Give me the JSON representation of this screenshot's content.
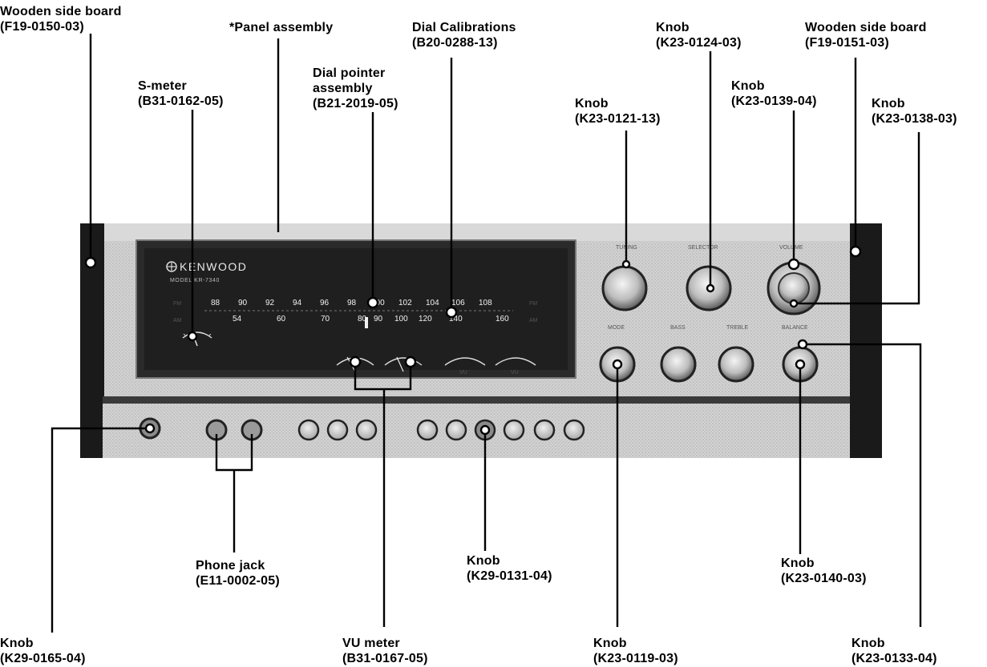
{
  "callouts": {
    "side_left": {
      "name": "Wooden side board",
      "part": "(F19-0150-03)"
    },
    "panel": {
      "name": "*Panel assembly"
    },
    "smeter": {
      "name": "S-meter",
      "part": "(B31-0162-05)"
    },
    "pointer": {
      "name": "Dial pointer",
      "name2": "assembly",
      "part": "(B21-2019-05)"
    },
    "dialcal": {
      "name": "Dial Calibrations",
      "part": "(B20-0288-13)"
    },
    "knob_0121": {
      "name": "Knob",
      "part": "(K23-0121-13)"
    },
    "knob_0124": {
      "name": "Knob",
      "part": "(K23-0124-03)"
    },
    "knob_0139": {
      "name": "Knob",
      "part": "(K23-0139-04)"
    },
    "side_right": {
      "name": "Wooden side board",
      "part": "(F19-0151-03)"
    },
    "knob_0138": {
      "name": "Knob",
      "part": "(K23-0138-03)"
    },
    "phone": {
      "name": "Phone jack",
      "part": "(E11-0002-05)"
    },
    "knob_0131": {
      "name": "Knob",
      "part": "(K29-0131-04)"
    },
    "knob_0140": {
      "name": "Knob",
      "part": "(K23-0140-03)"
    },
    "knob_0165": {
      "name": "Knob",
      "part": "(K29-0165-04)"
    },
    "vumeter": {
      "name": "VU meter",
      "part": "(B31-0167-05)"
    },
    "knob_0119": {
      "name": "Knob",
      "part": "(K23-0119-03)"
    },
    "knob_0133": {
      "name": "Knob",
      "part": "(K23-0133-04)"
    }
  },
  "panel_text": {
    "brand": "KENWOOD",
    "model": "MODEL KR-7340",
    "fm_band": "FM",
    "am_band": "AM",
    "fm_scale": [
      "88",
      "90",
      "92",
      "94",
      "96",
      "98",
      "100",
      "102",
      "104",
      "106",
      "108"
    ],
    "am_scale": [
      "54",
      "60",
      "70",
      "80",
      "90",
      "100",
      "120",
      "140",
      "160"
    ],
    "vu": "VU",
    "tuning": "TUNING",
    "selector": "SELECTOR",
    "volume": "VOLUME",
    "mode": "MODE",
    "bass": "BASS",
    "treble": "TREBLE",
    "balance": "BALANCE"
  },
  "colors": {
    "panel": "#cfcfcf",
    "dial_window": "#2a2a2a",
    "side_board": "#1a1a1a",
    "trim": "#3a3a3a"
  }
}
